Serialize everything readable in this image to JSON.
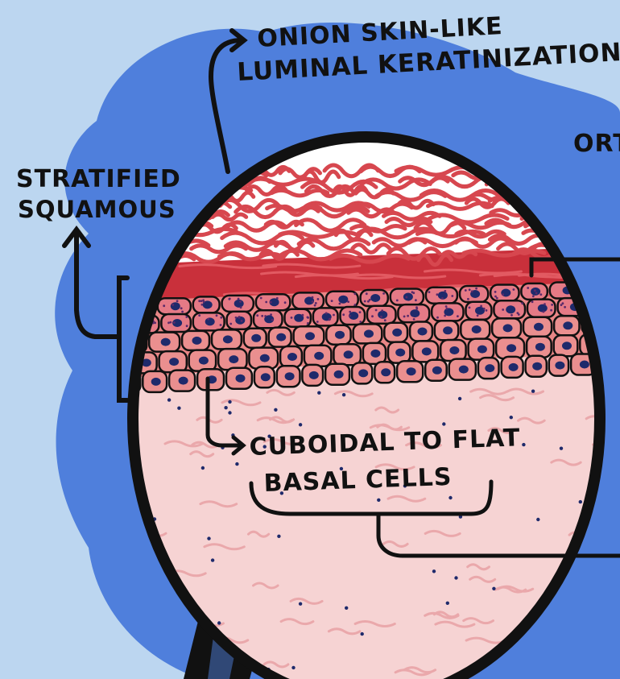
{
  "labels": {
    "stratified_line1": "STRATIFIED",
    "stratified_line2": "SQUAMOUS",
    "onion_line1": "ONION SKIN-LIKE",
    "onion_line2": "LUMINAL KERATINIZATION",
    "ortho_fragment": "ORT",
    "basal_line1": "CUBOIDAL TO FLAT",
    "basal_line2": "BASAL CELLS"
  },
  "colors": {
    "background": "#bcd6f0",
    "blob": "#4f7fdc",
    "outline": "#111111",
    "keratin": "#d7474f",
    "keratin_band": "#c9303b",
    "cell_fill": "#ea8f8f",
    "nucleus": "#1f2a6b",
    "stroma": "#f6d3d3",
    "stroma_fibre": "#eaa8ab"
  }
}
